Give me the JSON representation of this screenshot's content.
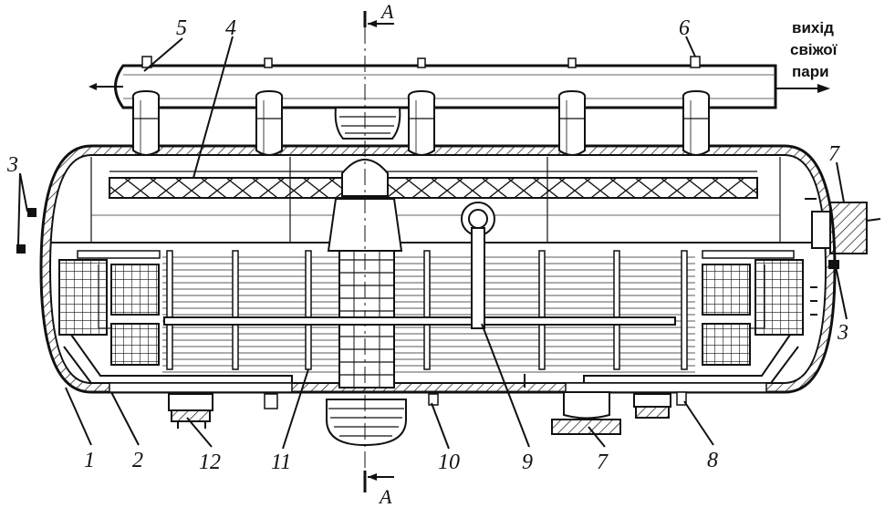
{
  "labels": {
    "n1": "1",
    "n2": "2",
    "n3_left": "3",
    "n3_right": "3",
    "n4": "4",
    "n5": "5",
    "n6": "6",
    "n7_top": "7",
    "n7_bottom": "7",
    "n8": "8",
    "n9": "9",
    "n10": "10",
    "n11": "11",
    "n12": "12"
  },
  "section": {
    "top": "A",
    "bottom": "A"
  },
  "outlet": {
    "line1": "вихід",
    "line2": "свіжої",
    "line3": "пари"
  }
}
